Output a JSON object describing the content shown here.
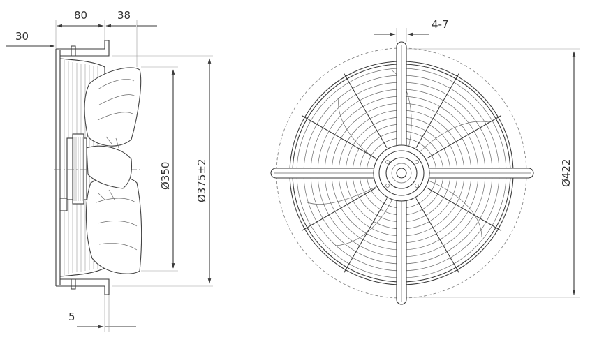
{
  "side_view": {
    "dims": {
      "d80": "80",
      "d38": "38",
      "d30": "30",
      "d5": "5",
      "d350": "Ø350",
      "d375": "Ø375±2"
    }
  },
  "front_view": {
    "dims": {
      "d4_7": "4-7",
      "d422": "Ø422"
    }
  }
}
